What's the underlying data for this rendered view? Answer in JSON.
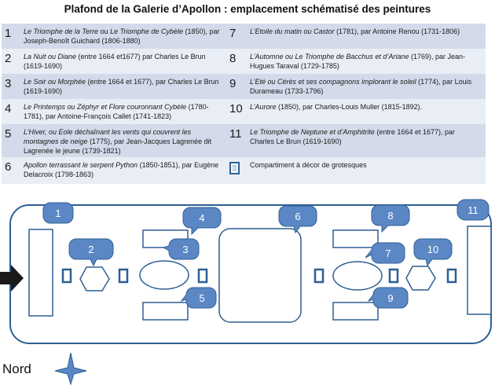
{
  "title": "Plafond de la Galerie d’Apollon : emplacement schématisé des peintures",
  "legend": [
    {
      "n": "1",
      "parts": [
        {
          "t": "Le Triomphe de la Terre",
          "i": true
        },
        {
          "t": " ou ",
          "i": false
        },
        {
          "t": "Le Triomphe de Cybèle",
          "i": true
        },
        {
          "t": " (1850), par Joseph-Benoît Guichard (1806-1880)",
          "i": false
        }
      ]
    },
    {
      "n": "7",
      "parts": [
        {
          "t": "L’Etoile du matin ou Castor",
          "i": true
        },
        {
          "t": " (1781), par Antoine Renou (1731-1806)",
          "i": false
        }
      ]
    },
    {
      "n": "2",
      "parts": [
        {
          "t": "La Nuit ou Diane",
          "i": true
        },
        {
          "t": " (entre 1664 et1677) par Charles Le Brun (1619-1690)",
          "i": false
        }
      ]
    },
    {
      "n": "8",
      "parts": [
        {
          "t": "L’Automne ou Le Triomphe de Bacchus et d’Ariane",
          "i": true
        },
        {
          "t": " (1769), par Jean-Hugues Taraval (1729-1785)",
          "i": false
        }
      ]
    },
    {
      "n": "3",
      "parts": [
        {
          "t": "Le Soir ou Morphée",
          "i": true
        },
        {
          "t": " (entre 1664 et 1677), par Charles Le Brun (1619-1690)",
          "i": false
        }
      ]
    },
    {
      "n": "9",
      "parts": [
        {
          "t": "L’Eté ou Cérès et ses  compagnons implorant le soleil",
          "i": true
        },
        {
          "t": " (1774), par  Louis Durameau (1733-1796)",
          "i": false
        }
      ]
    },
    {
      "n": "4",
      "parts": [
        {
          "t": "Le Printemps ou Zéphyr et Flore couronnant Cybèle",
          "i": true
        },
        {
          "t": " (1780-1781), par Antoine-François Callet (1741-1823)",
          "i": false
        }
      ]
    },
    {
      "n": "10",
      "parts": [
        {
          "t": "L’Aurore",
          "i": true
        },
        {
          "t": " (1850), par Charles-Louis Muller (1815-1892).",
          "i": false
        }
      ]
    },
    {
      "n": "5",
      "parts": [
        {
          "t": "L’Hiver, ou Eole déchaînant les vents qui couvrent les montagnes de neige",
          "i": true
        },
        {
          "t": " (1775), par Jean-Jacques Lagrenée dit Lagrenée le jeune (1739-1821)",
          "i": false
        }
      ]
    },
    {
      "n": "11",
      "parts": [
        {
          "t": "Le Triomphe de Neptune et d’Amphitrite",
          "i": true
        },
        {
          "t": " (entre 1664 et 1677), par Charles Le Brun (1619-1690)",
          "i": false
        }
      ]
    },
    {
      "n": "6",
      "parts": [
        {
          "t": "Apollon terrassant le serpent Python",
          "i": true
        },
        {
          "t": " (1850-1851), par Eugène Delacroix  (1798-1863)",
          "i": false
        }
      ]
    },
    {
      "n": "",
      "icon": "grotesque-compartment-icon",
      "parts": [
        {
          "t": "Compartiment à décor de grotesques",
          "i": false
        }
      ]
    }
  ],
  "plan": {
    "markers": [
      "1",
      "2",
      "3",
      "4",
      "5",
      "6",
      "7",
      "8",
      "9",
      "10",
      "11"
    ],
    "north_label": "Nord",
    "colors": {
      "outline": "#2e5f93",
      "fill": "#5b87c5",
      "band_dark": "#d3dbea",
      "band_light": "#e9edf5"
    },
    "icons": [
      "compass-star-icon",
      "entrance-arrow-icon"
    ]
  }
}
